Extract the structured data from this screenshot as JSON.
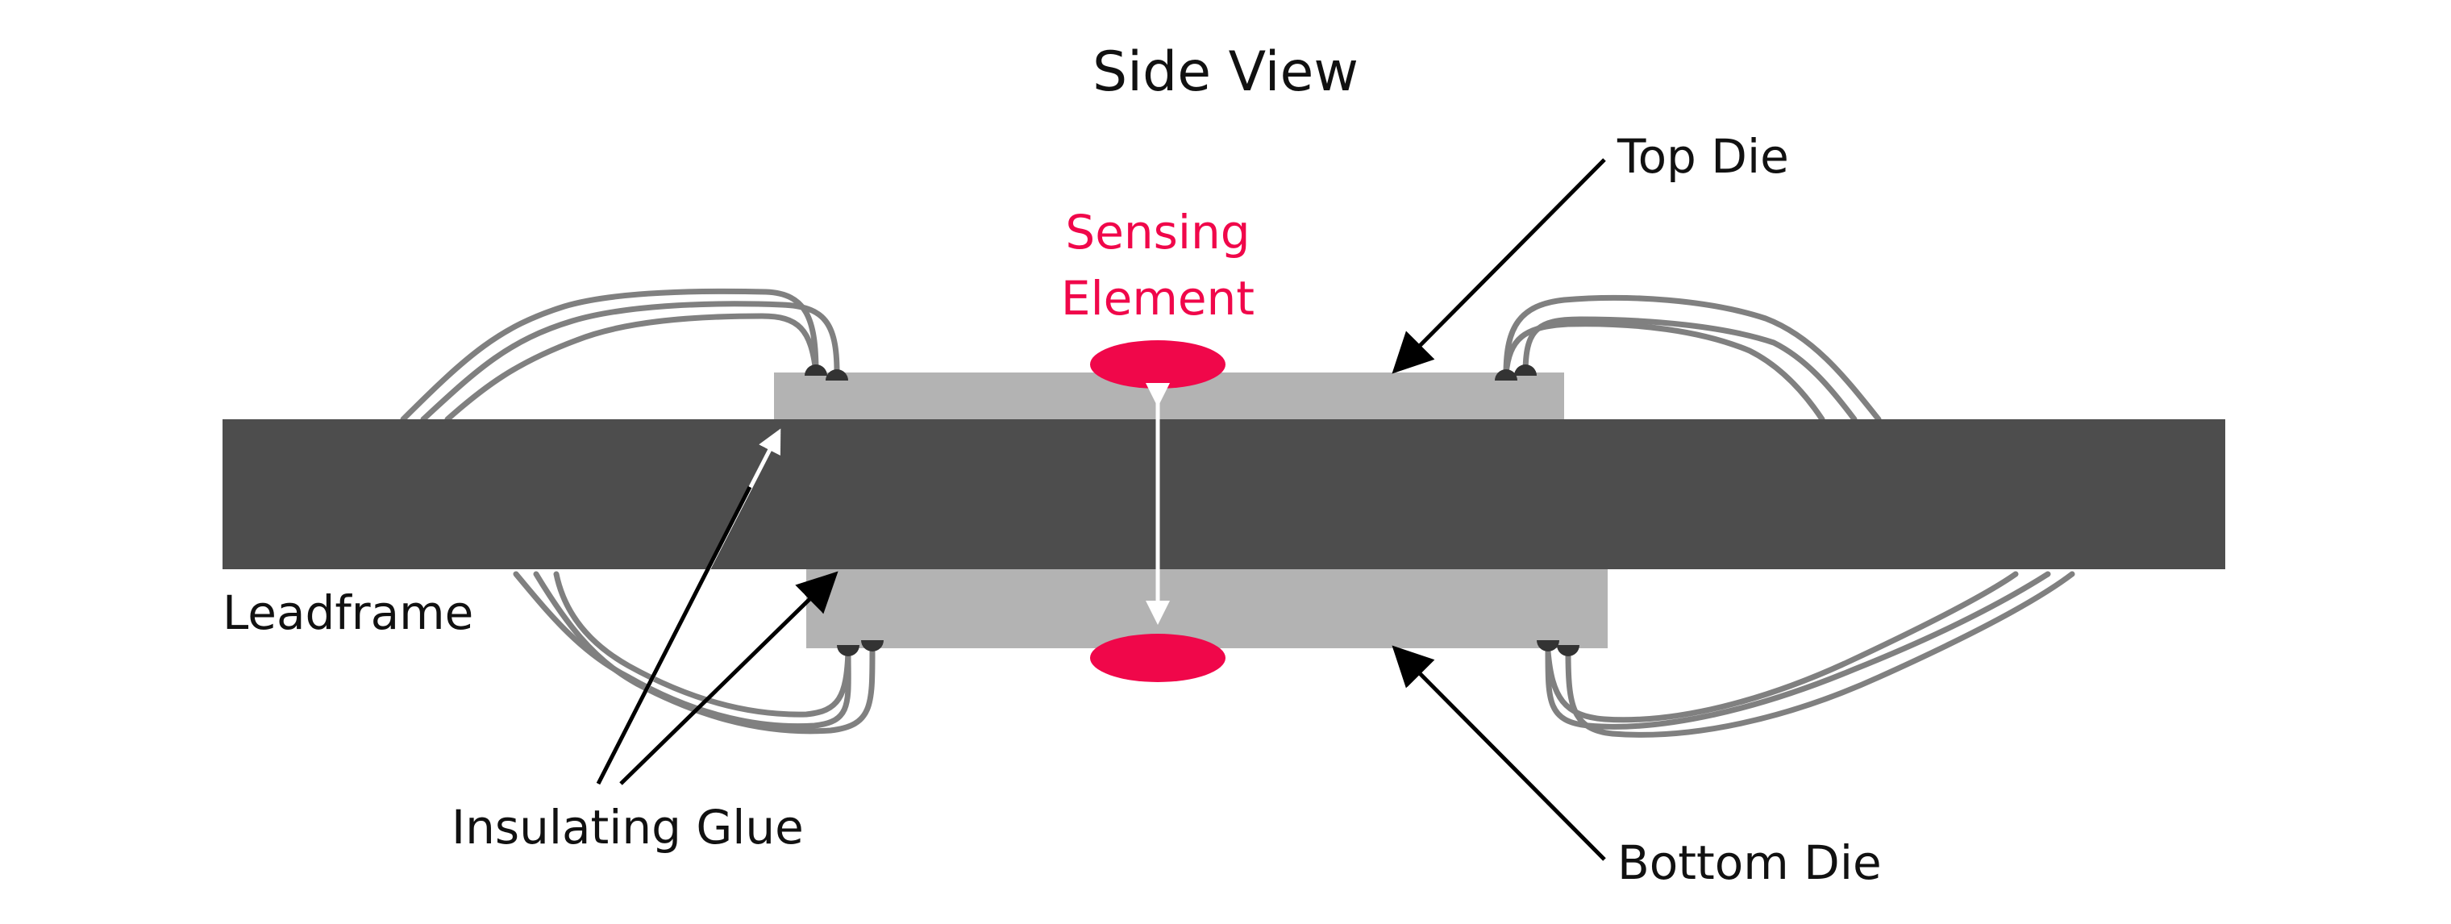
{
  "diagram": {
    "title": "Side View",
    "labels": {
      "top_die": "Top Die",
      "bottom_die": "Bottom Die",
      "sensing_line1": "Sensing",
      "sensing_line2": "Element",
      "leadframe": "Leadframe",
      "insulating_glue": "Insulating Glue"
    }
  },
  "colors": {
    "leadframe": "#4d4d4d",
    "die": "#b3b3b3",
    "sensing": "#f0074a",
    "wire": "#808080",
    "bond_ball": "#333333",
    "arrow_black": "#000000",
    "arrow_white": "#ffffff"
  }
}
